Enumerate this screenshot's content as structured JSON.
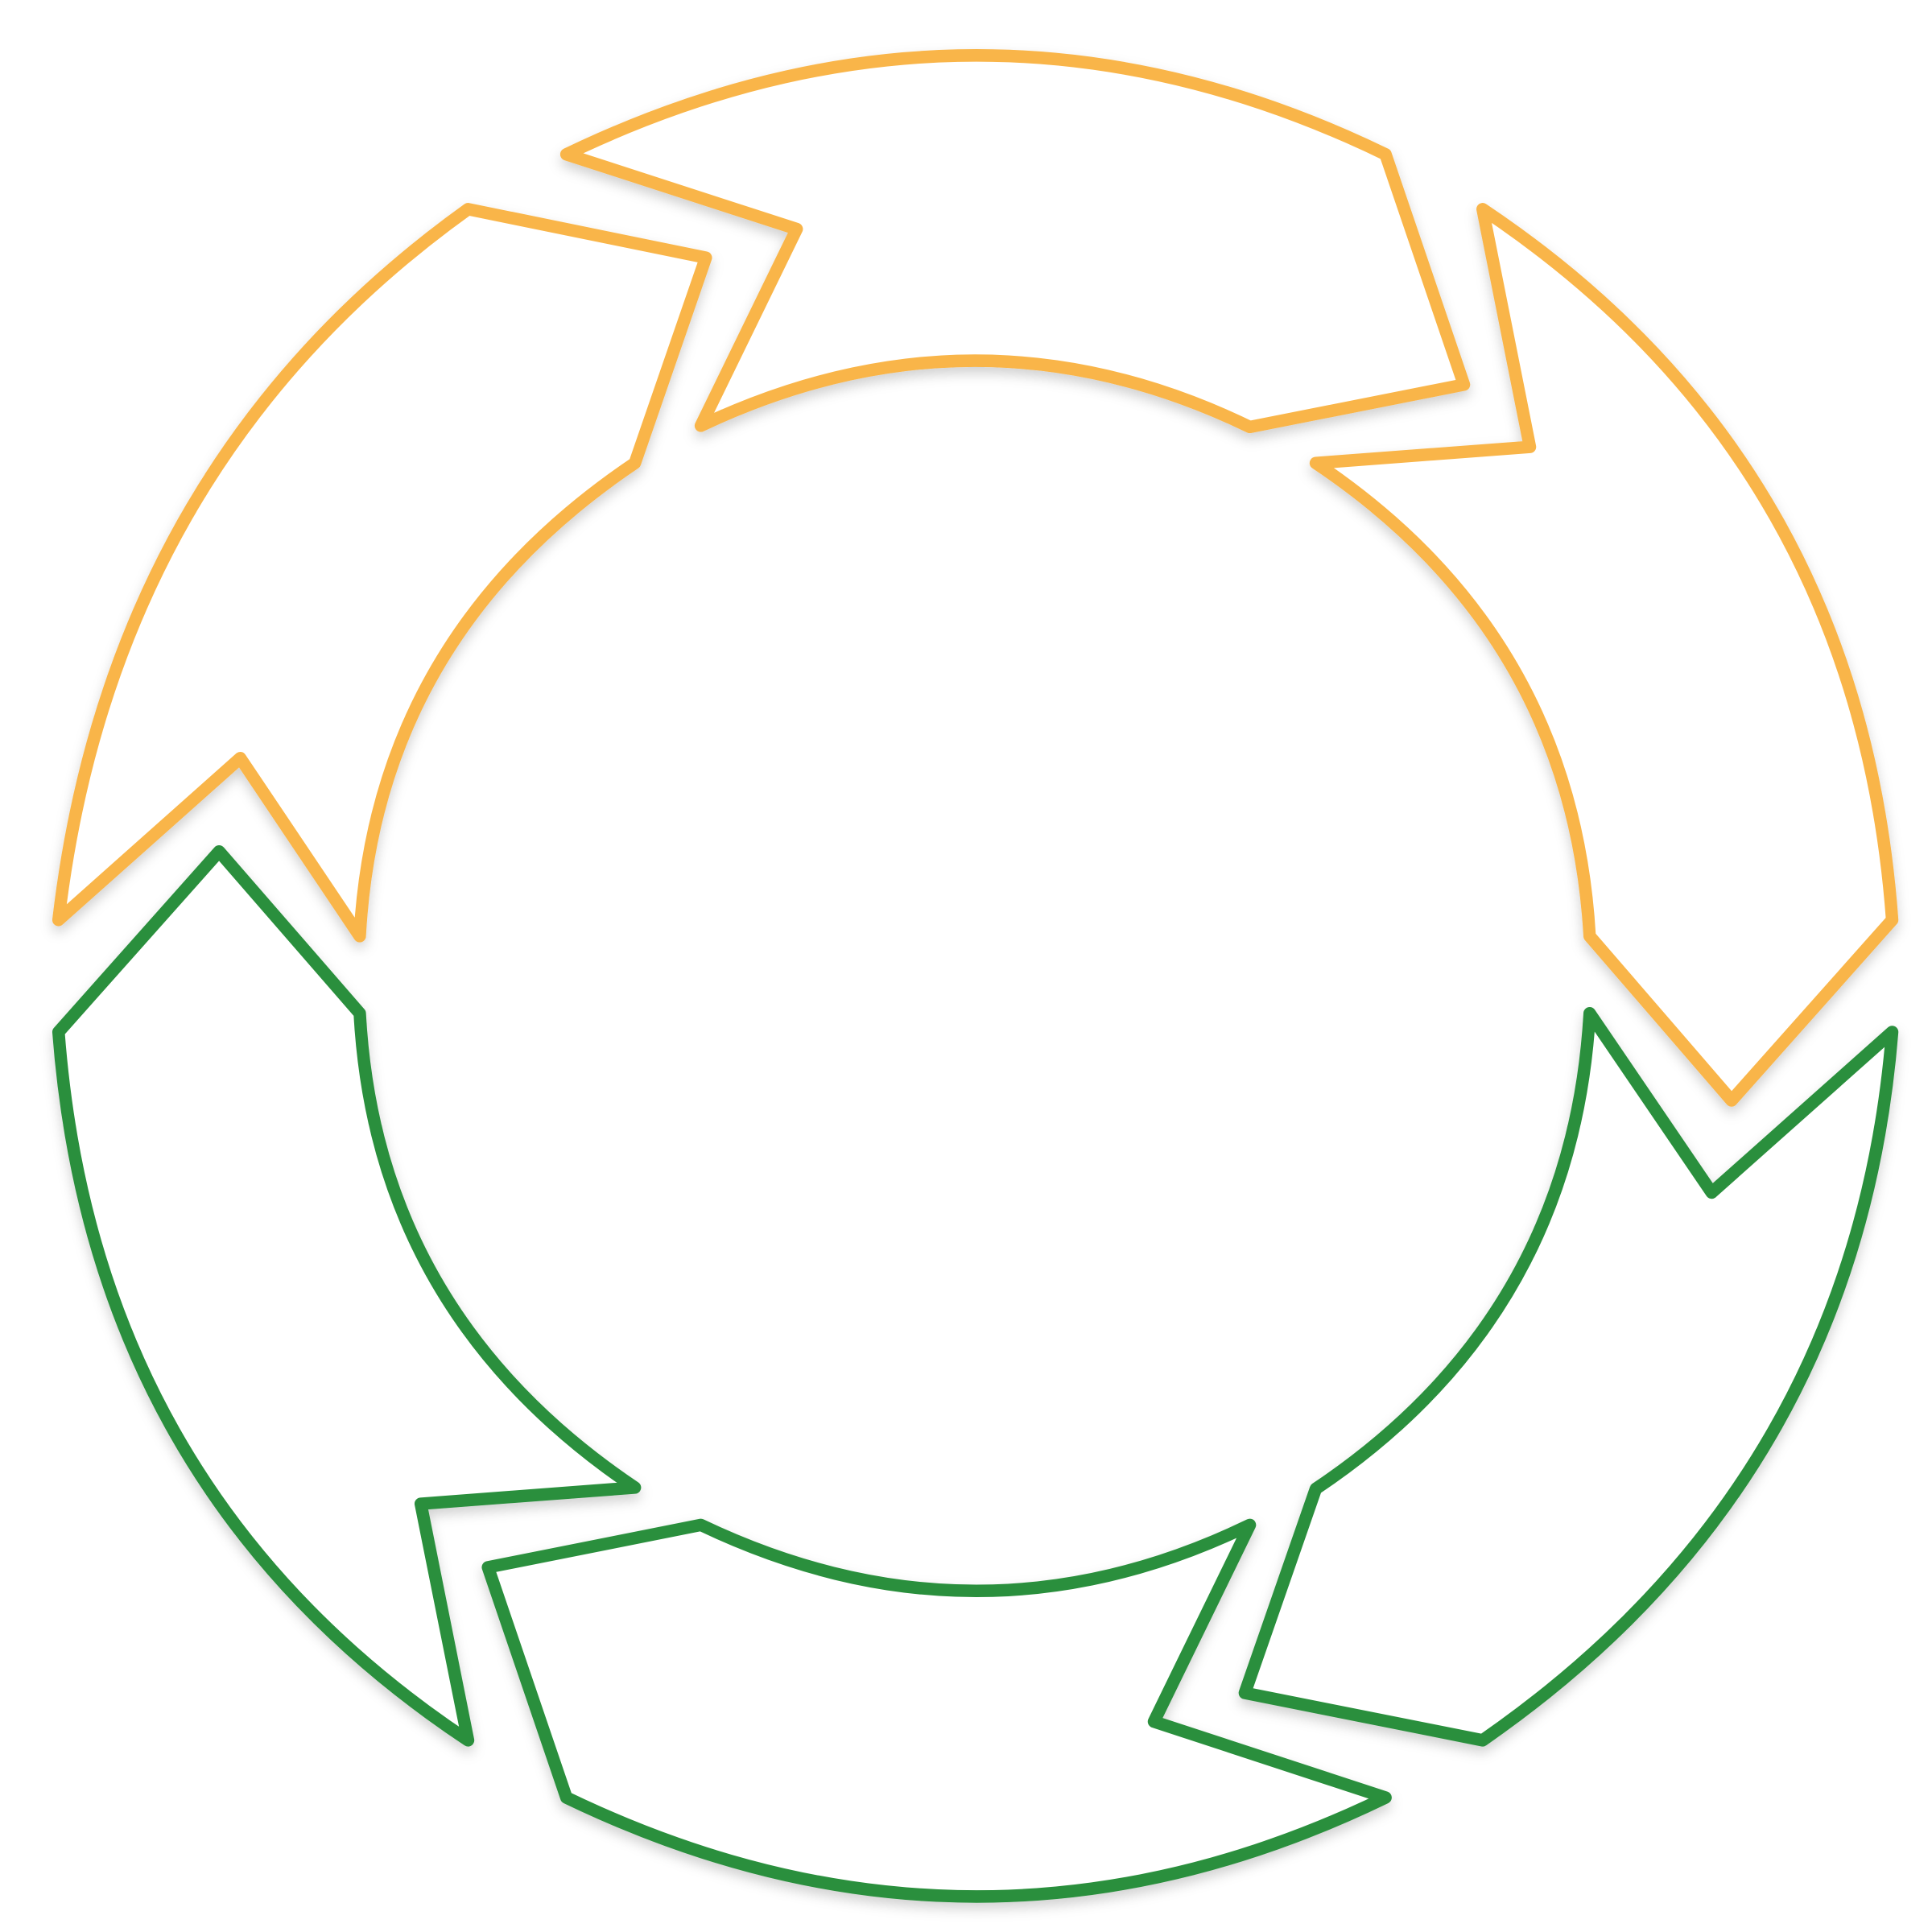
{
  "diagram": {
    "type": "circular-cycle",
    "segments": [
      {
        "id": "segment-1",
        "color": "#F9B548",
        "shape": "curved-arrow",
        "group": "upper"
      },
      {
        "id": "segment-2",
        "color": "#F9B548",
        "shape": "curved-arrow",
        "group": "upper"
      },
      {
        "id": "segment-3",
        "color": "#F9B548",
        "shape": "curved-arrow",
        "group": "upper"
      },
      {
        "id": "segment-4",
        "color": "#2A8F3C",
        "shape": "curved-arrow",
        "group": "lower"
      },
      {
        "id": "segment-5",
        "color": "#2A8F3C",
        "shape": "curved-arrow",
        "group": "lower"
      },
      {
        "id": "segment-6",
        "color": "#2A8F3C",
        "shape": "curved-arrow",
        "group": "lower"
      }
    ],
    "colors": {
      "upper": "#F9B548",
      "lower": "#2A8F3C",
      "background": "#FFFFFF"
    }
  }
}
